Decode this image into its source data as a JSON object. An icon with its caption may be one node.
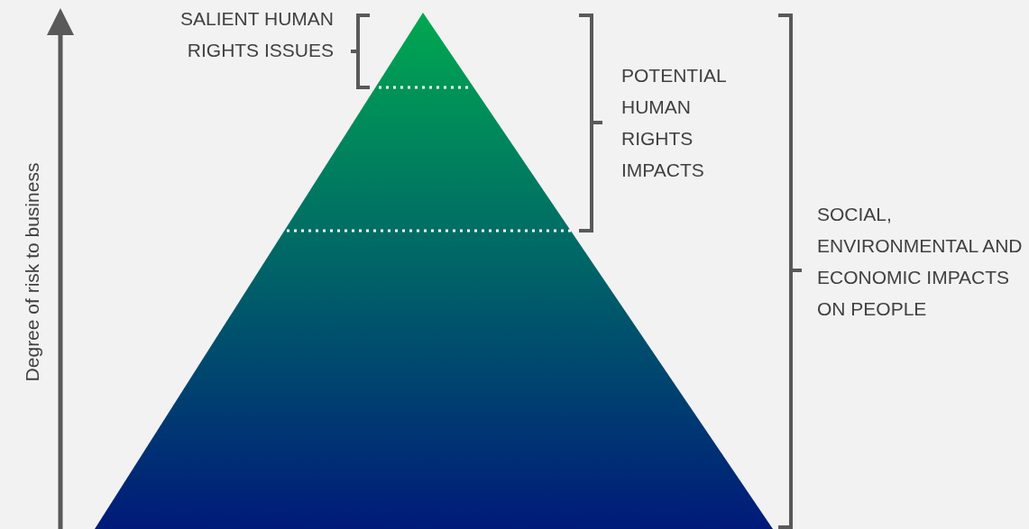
{
  "diagram": {
    "labels": [
      "SALIENT HUMAN RIGHTS ISSUES",
      "POTENTIAL HUMAN RIGHTS IMPACTS",
      "SOCIAL, ENVIRONMENTAL AND ECONOMIC IMPACTS ON PEOPLE",
      "Degree of risk to business"
    ]
  }
}
